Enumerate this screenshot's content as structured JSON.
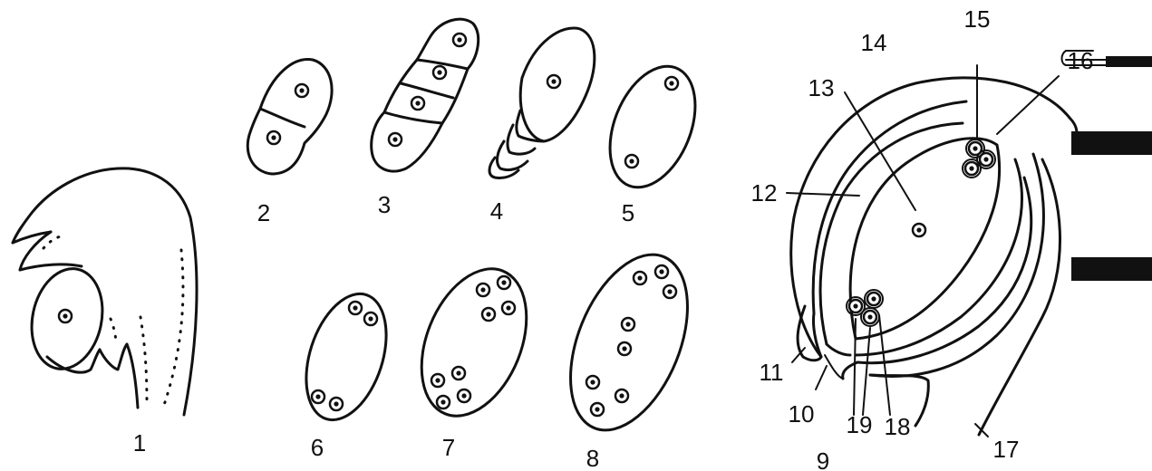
{
  "figure": {
    "stage_labels": [
      "1",
      "2",
      "3",
      "4",
      "5",
      "6",
      "7",
      "8",
      "9"
    ],
    "part_labels": [
      "10",
      "11",
      "12",
      "13",
      "14",
      "15",
      "16",
      "17",
      "18",
      "19"
    ]
  }
}
